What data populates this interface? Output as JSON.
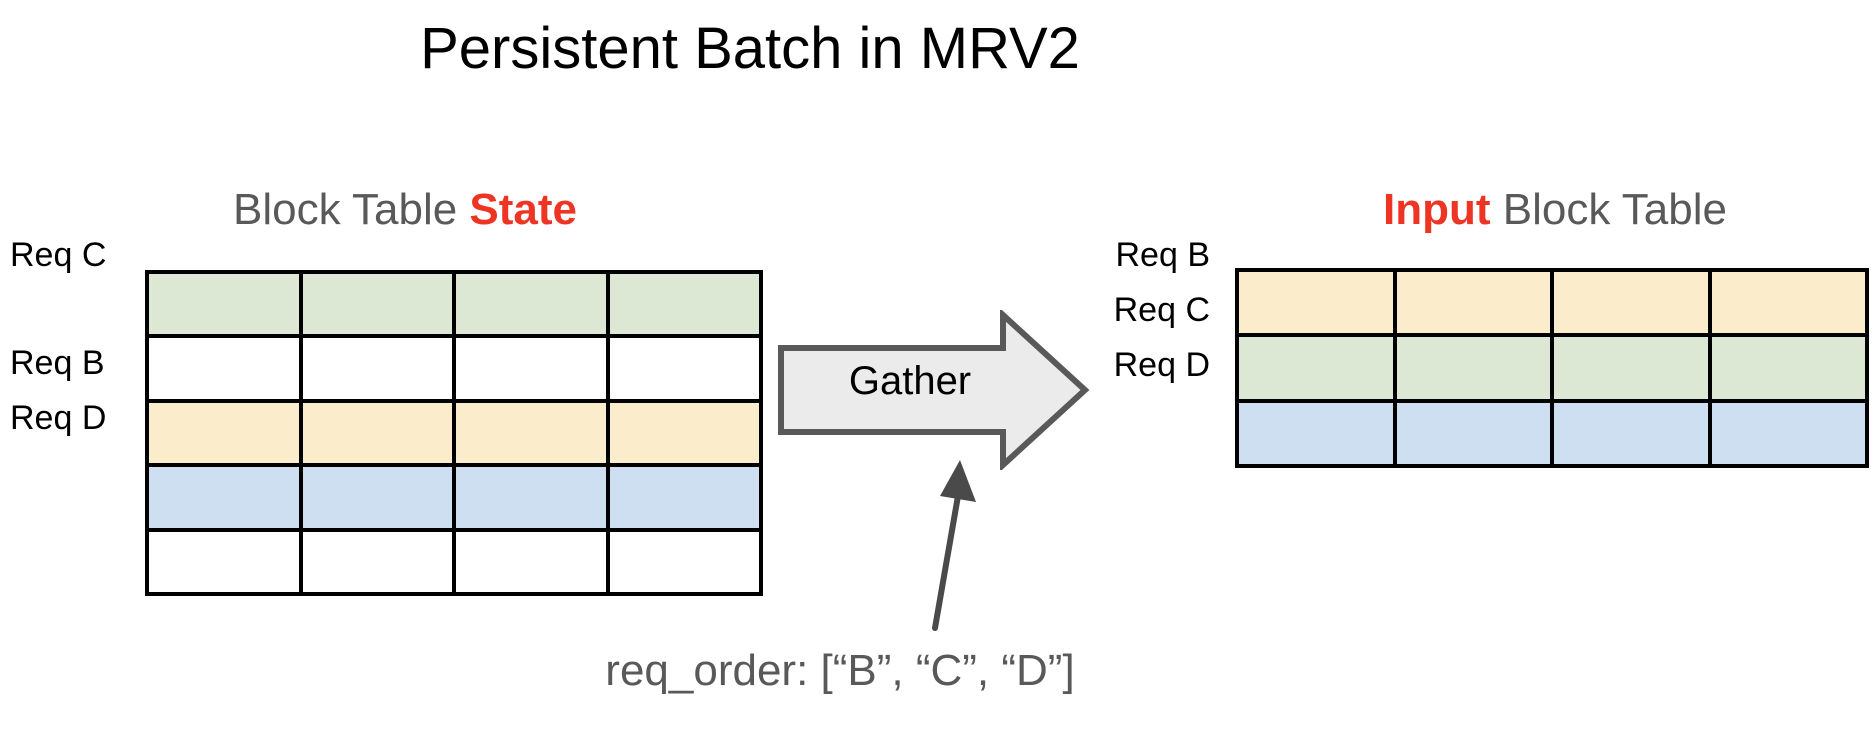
{
  "slide": {
    "title": "Persistent Batch in MRV2",
    "background_color": "#ffffff"
  },
  "palette": {
    "accent_red": "#EE3524",
    "heading_gray": "#595959",
    "green": "#dce8d4",
    "yellow": "#fbeccb",
    "blue": "#cddff0",
    "empty": "#ffffff",
    "border": "#000000",
    "arrow_fill": "#ebebeb",
    "arrow_stroke": "#595959"
  },
  "state_table": {
    "heading_prefix": "Block Table ",
    "heading_accent": "State",
    "heading_suffix": "",
    "columns": 4,
    "rows": [
      {
        "label": "Req C",
        "color": "green",
        "cells": [
          "",
          "",
          "",
          ""
        ]
      },
      {
        "label": "",
        "color": "empty",
        "cells": [
          "",
          "",
          "",
          ""
        ]
      },
      {
        "label": "Req B",
        "color": "yellow",
        "cells": [
          "",
          "",
          "",
          ""
        ]
      },
      {
        "label": "Req D",
        "color": "blue",
        "cells": [
          "",
          "",
          "",
          ""
        ]
      },
      {
        "label": "",
        "color": "empty",
        "cells": [
          "",
          "",
          "",
          ""
        ]
      }
    ]
  },
  "input_table": {
    "heading_accent": "Input",
    "heading_suffix": " Block Table",
    "columns": 4,
    "rows": [
      {
        "label": "Req B",
        "color": "yellow",
        "cells": [
          "",
          "",
          "",
          ""
        ]
      },
      {
        "label": "Req C",
        "color": "green",
        "cells": [
          "",
          "",
          "",
          ""
        ]
      },
      {
        "label": "Req D",
        "color": "blue",
        "cells": [
          "",
          "",
          "",
          ""
        ]
      }
    ]
  },
  "gather": {
    "label": "Gather",
    "direction": "right"
  },
  "callout": {
    "text": "req_order: [“B”, “C”, “D”]",
    "req_order": [
      "B",
      "C",
      "D"
    ],
    "points_to": "gather"
  }
}
